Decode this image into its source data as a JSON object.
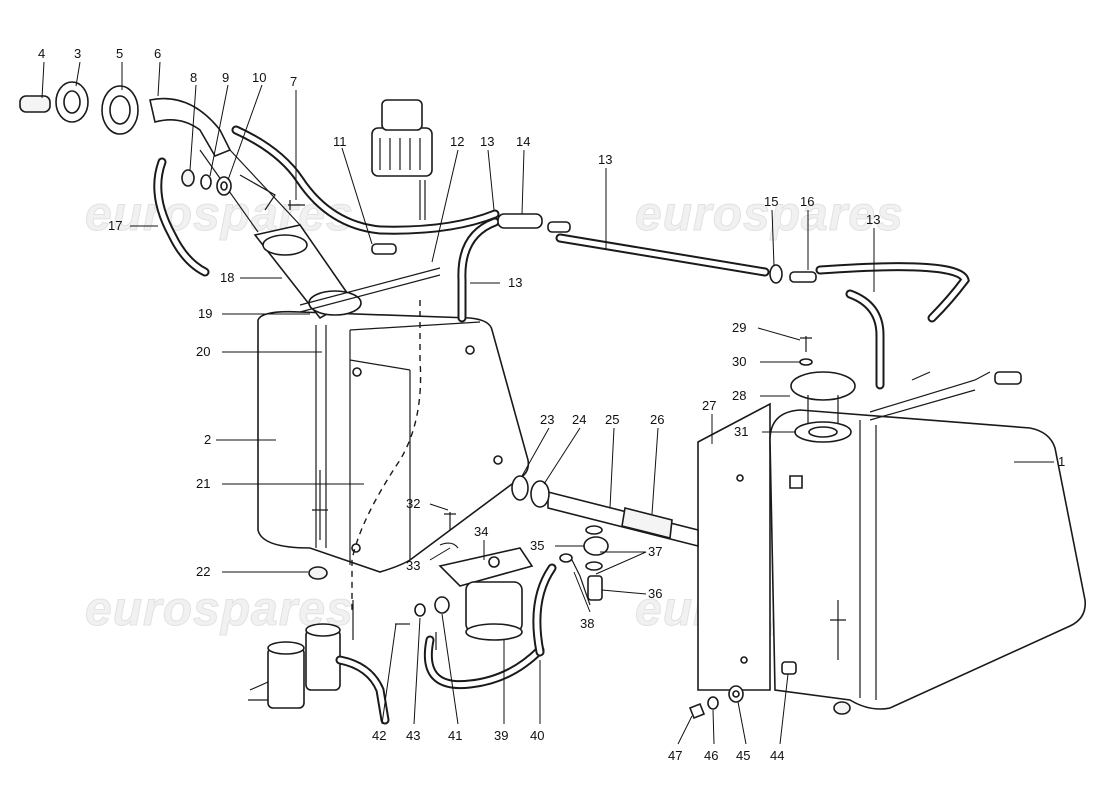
{
  "watermarks": [
    "eurospares",
    "eurospares",
    "eurospares",
    "eurospares"
  ],
  "callouts": [
    {
      "id": "c4",
      "text": "4"
    },
    {
      "id": "c3",
      "text": "3"
    },
    {
      "id": "c5",
      "text": "5"
    },
    {
      "id": "c6",
      "text": "6"
    },
    {
      "id": "c8",
      "text": "8"
    },
    {
      "id": "c9",
      "text": "9"
    },
    {
      "id": "c10",
      "text": "10"
    },
    {
      "id": "c7",
      "text": "7"
    },
    {
      "id": "c11",
      "text": "11"
    },
    {
      "id": "c12",
      "text": "12"
    },
    {
      "id": "c13a",
      "text": "13"
    },
    {
      "id": "c14",
      "text": "14"
    },
    {
      "id": "c13b",
      "text": "13"
    },
    {
      "id": "c15",
      "text": "15"
    },
    {
      "id": "c16",
      "text": "16"
    },
    {
      "id": "c13c",
      "text": "13"
    },
    {
      "id": "c17",
      "text": "17"
    },
    {
      "id": "c13d",
      "text": "13"
    },
    {
      "id": "c18",
      "text": "18"
    },
    {
      "id": "c19",
      "text": "19"
    },
    {
      "id": "c29",
      "text": "29"
    },
    {
      "id": "c20",
      "text": "20"
    },
    {
      "id": "c30",
      "text": "30"
    },
    {
      "id": "c28",
      "text": "28"
    },
    {
      "id": "c27",
      "text": "27"
    },
    {
      "id": "c2",
      "text": "2"
    },
    {
      "id": "c23",
      "text": "23"
    },
    {
      "id": "c24",
      "text": "24"
    },
    {
      "id": "c25",
      "text": "25"
    },
    {
      "id": "c26",
      "text": "26"
    },
    {
      "id": "c31",
      "text": "31"
    },
    {
      "id": "c1",
      "text": "1"
    },
    {
      "id": "c21",
      "text": "21"
    },
    {
      "id": "c32",
      "text": "32"
    },
    {
      "id": "c34",
      "text": "34"
    },
    {
      "id": "c35",
      "text": "35"
    },
    {
      "id": "c37",
      "text": "37"
    },
    {
      "id": "c33",
      "text": "33"
    },
    {
      "id": "c22",
      "text": "22"
    },
    {
      "id": "c36",
      "text": "36"
    },
    {
      "id": "c38",
      "text": "38"
    },
    {
      "id": "c42",
      "text": "42"
    },
    {
      "id": "c43",
      "text": "43"
    },
    {
      "id": "c41",
      "text": "41"
    },
    {
      "id": "c39",
      "text": "39"
    },
    {
      "id": "c40",
      "text": "40"
    },
    {
      "id": "c47",
      "text": "47"
    },
    {
      "id": "c46",
      "text": "46"
    },
    {
      "id": "c45",
      "text": "45"
    },
    {
      "id": "c44",
      "text": "44"
    }
  ]
}
